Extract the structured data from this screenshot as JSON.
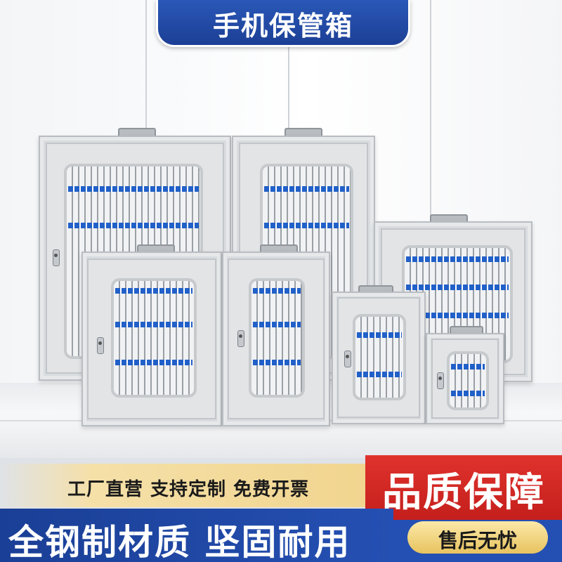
{
  "banner": {
    "title": "手机保管箱"
  },
  "promo": {
    "line1": "工厂直营 支持定制 免费开票",
    "quality": "品质保障",
    "material": "全钢制材质 坚固耐用",
    "after_sales": "售后无忧"
  },
  "colors": {
    "banner_blue": "#1c3f95",
    "promo_red": "#c41f1c",
    "promo_gold": "#e8c35f",
    "label_blue": "#2160c8",
    "cabinet_gray": "#d9dcdf"
  },
  "icons": [
    "handle-icon",
    "lock-icon"
  ]
}
